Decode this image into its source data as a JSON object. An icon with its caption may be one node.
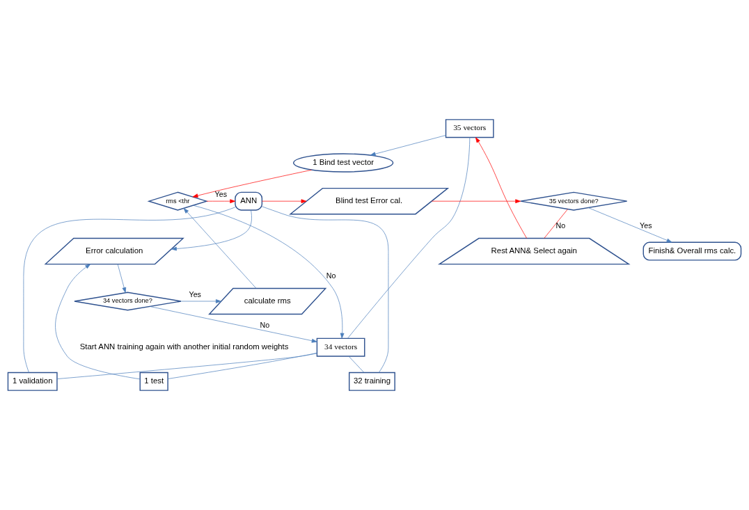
{
  "diagram": {
    "nodes": [
      {
        "text": [
          "35 vectors"
        ]
      },
      {
        "text": [
          "1 Bind test vector"
        ]
      },
      {
        "text": [
          "34 vectors"
        ]
      },
      {
        "text": [
          "Rest ANN& Select again"
        ]
      },
      {
        "text": [
          "1 validation"
        ]
      },
      {
        "text": [
          "32 training"
        ]
      },
      {
        "text": [
          "1 test"
        ]
      },
      {
        "text": [
          "35 vectors done?"
        ]
      },
      {
        "text": [
          "Blind test Error cal."
        ]
      },
      {
        "text": [
          "ANN"
        ]
      },
      {
        "text": [
          "rms <thr"
        ]
      },
      {
        "text": [
          "Error calculation"
        ]
      },
      {
        "text": [
          "Finish& Overall rms calc."
        ]
      },
      {
        "text": [
          "34 vectors done?"
        ]
      },
      {
        "text": [
          "calculate rms"
        ]
      }
    ],
    "edges": [
      {
        "from": 3,
        "to": 0,
        "arrow": "to",
        "color": "#ff0000"
      },
      {
        "from": 0,
        "to": 1,
        "arrow": "to"
      },
      {
        "from": 0,
        "to": 2,
        "arrow": "none"
      },
      {
        "from": 2,
        "to": 4,
        "arrow": "none"
      },
      {
        "from": 2,
        "to": 5,
        "arrow": "none"
      },
      {
        "from": 2,
        "to": 6,
        "arrow": "none"
      },
      {
        "from": 4,
        "to": 9,
        "arrow": "none"
      },
      {
        "from": 5,
        "to": 9,
        "arrow": "none"
      },
      {
        "from": 9,
        "to": 11,
        "arrow": "to"
      },
      {
        "from": 6,
        "to": 11,
        "arrow": "to"
      },
      {
        "from": 11,
        "to": 13,
        "arrow": "to"
      },
      {
        "from": 13,
        "to": 14,
        "label": "Yes",
        "arrow": "to"
      },
      {
        "from": 14,
        "to": 10,
        "arrow": "to"
      },
      {
        "from": 13,
        "to": 2,
        "label": "No",
        "arrow": "to"
      },
      {
        "from": 10,
        "to": 2,
        "label": "No",
        "arrow": "to"
      },
      {
        "from": 1,
        "to": 10,
        "arrow": "to",
        "color": "#ff0000"
      },
      {
        "from": 10,
        "to": 9,
        "label": "Yes",
        "arrow": "to",
        "color": "#ff0000"
      },
      {
        "from": 9,
        "to": 8,
        "arrow": "to",
        "color": "#ff0000"
      },
      {
        "from": 8,
        "to": 7,
        "arrow": "to",
        "color": "#ff0000"
      },
      {
        "from": 7,
        "to": 3,
        "label": "No",
        "arrow": "none",
        "color": "#ff0000"
      },
      {
        "from": 7,
        "to": 12,
        "label": "Yes",
        "arrow": "to"
      }
    ],
    "labels": [
      "Start ANN training again with another initial random weights"
    ]
  }
}
